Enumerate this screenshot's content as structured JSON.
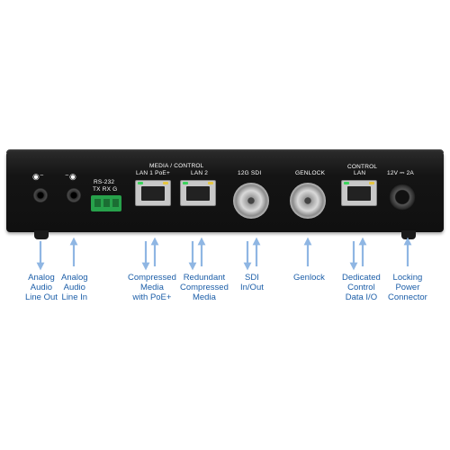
{
  "panel": {
    "rs232_label": "RS-232",
    "rs232_pins": "TX RX G",
    "media_control_label": "MEDIA / CONTROL",
    "lan1_label": "LAN 1  PoE+",
    "lan2_label": "LAN 2",
    "sdi_label": "12G  SDI",
    "genlock_label": "GENLOCK",
    "control_label": "CONTROL",
    "control_lan_label": "LAN",
    "power_label": "12V ⎓ 2A"
  },
  "captions": [
    {
      "id": "analog-out",
      "lines": [
        "Analog",
        "Audio",
        "Line Out"
      ]
    },
    {
      "id": "analog-in",
      "lines": [
        "Analog",
        "Audio",
        "Line In"
      ]
    },
    {
      "id": "compressed",
      "lines": [
        "Compressed",
        "Media",
        "with PoE+"
      ]
    },
    {
      "id": "redundant",
      "lines": [
        "Redundant",
        "Compressed",
        "Media"
      ]
    },
    {
      "id": "sdi",
      "lines": [
        "SDI",
        "In/Out"
      ]
    },
    {
      "id": "genlock",
      "lines": [
        "Genlock"
      ]
    },
    {
      "id": "control",
      "lines": [
        "Dedicated",
        "Control",
        "Data I/O"
      ]
    },
    {
      "id": "power",
      "lines": [
        "Locking",
        "Power",
        "Connector"
      ]
    }
  ],
  "colors": {
    "caption": "#1c5ea8",
    "arrow": "#8fb6e3",
    "terminal": "#27a14b"
  }
}
